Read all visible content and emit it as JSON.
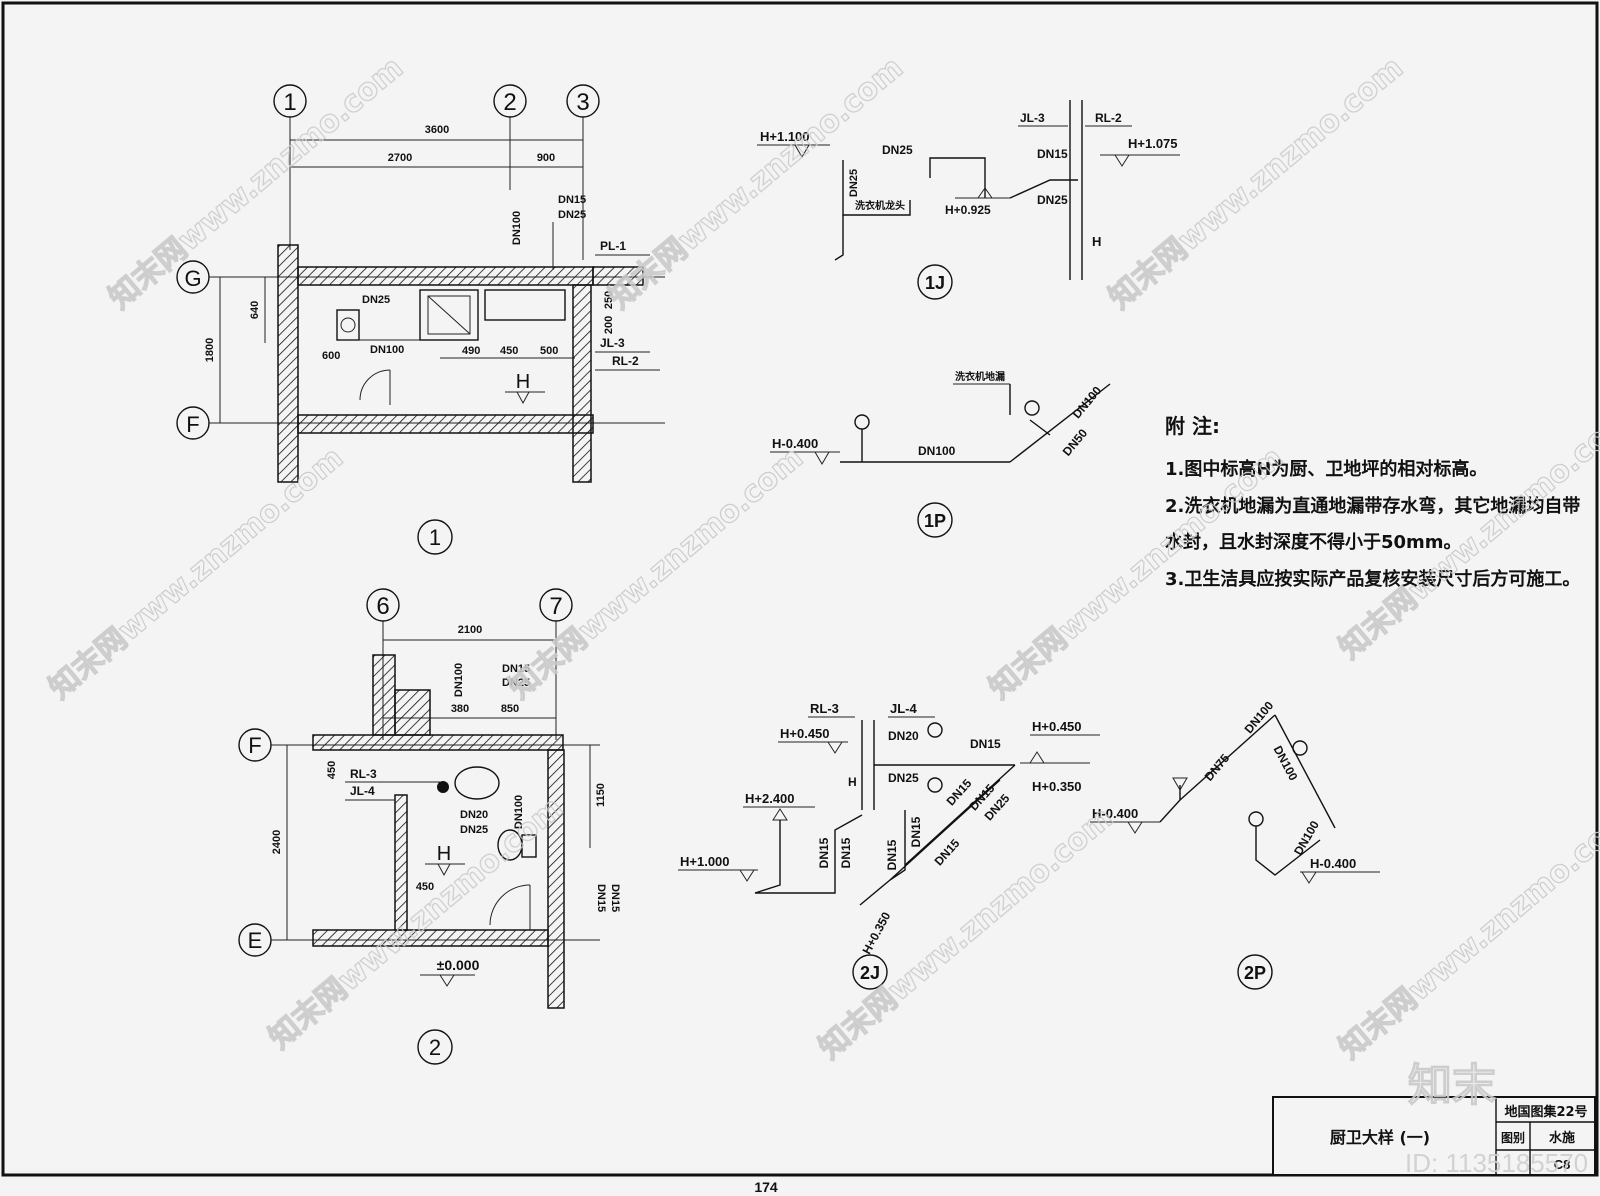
{
  "axes_plan1": {
    "a1": "1",
    "a2": "2",
    "a3": "3",
    "aG": "G",
    "aF": "F"
  },
  "axes_plan2": {
    "a6": "6",
    "a7": "7",
    "aF": "F",
    "aE": "E"
  },
  "plan1_dims": {
    "d3600": "3600",
    "d2700": "2700",
    "d900": "900",
    "d1800": "1800",
    "d640": "640",
    "d600": "600",
    "d490": "490",
    "d450": "450",
    "d500": "500",
    "d250": "250",
    "d200": "200"
  },
  "plan1_labels": {
    "dn100": "DN100",
    "dn15": "DN15",
    "dn25": "DN25",
    "dn25b": "DN25",
    "dn100b": "DN100",
    "pl1": "PL-1",
    "jl3": "JL-3",
    "rl2": "RL-2",
    "h": "H"
  },
  "plan1_title": "1",
  "plan2_dims": {
    "d2100": "2100",
    "d380": "380",
    "d850": "850",
    "d450": "450",
    "d1150": "1150",
    "d2400": "2400",
    "d450b": "450"
  },
  "plan2_labels": {
    "dn100": "DN100",
    "dn15": "DN15",
    "dn25": "DN25",
    "rl3": "RL-3",
    "jl4": "JL-4",
    "dn20": "DN20",
    "dn25b": "DN25",
    "dn100b": "DN100",
    "dn15b": "DN15",
    "dn15c": "DN15",
    "h": "H",
    "zero": "±0.000"
  },
  "plan2_title": "2",
  "iso_1j": {
    "h1100": "H+1.100",
    "dn25a": "DN25",
    "dn25b": "DN25",
    "washer": "洗衣机龙头",
    "h0925": "H+0.925",
    "jl3": "JL-3",
    "rl2": "RL-2",
    "dn15": "DN15",
    "h1075": "H+1.075",
    "dn25c": "DN25",
    "h": "H",
    "title": "1J"
  },
  "iso_1p": {
    "drain": "洗衣机地漏",
    "h0400": "H-0.400",
    "dn100": "DN100",
    "dn100b": "DN100",
    "dn50": "DN50",
    "title": "1P"
  },
  "notes": {
    "heading": "附 注:",
    "n1": "1.图中标高H为厨、卫地坪的相对标高。",
    "n2a": "2.洗衣机地漏为直通地漏带存水弯，其它地漏均自带",
    "n2b": "水封，且水封深度不得小于50mm。",
    "n3": "3.卫生洁具应按实际产品复核安装尺寸后方可施工。"
  },
  "iso_2j": {
    "rl3": "RL-3",
    "jl4": "JL-4",
    "h0450a": "H+0.450",
    "dn20": "DN20",
    "dn15a": "DN15",
    "h0450b": "H+0.450",
    "h": "H",
    "dn25": "DN25",
    "h0350": "H+0.350",
    "h2400": "H+2.400",
    "dn15b": "DN15",
    "dn15c": "DN15",
    "dn15d": "DN15",
    "dn15e": "DN15",
    "dn25b": "DN25",
    "dn15f": "DN15",
    "h1000": "H+1.000",
    "dn15g": "DN15",
    "dn15h": "DN15",
    "h0350b": "H+0.350",
    "title": "2J"
  },
  "iso_2p": {
    "h0400a": "H-0.400",
    "dn75": "DN75",
    "dn100a": "DN100",
    "dn100b": "DN100",
    "dn100c": "DN100",
    "h0400b": "H-0.400",
    "title": "2P"
  },
  "title_block": {
    "atlas": "地国图集22号",
    "name": "厨卫大样 (一)",
    "row1": "图别",
    "row1v": "水施",
    "row2v": "C8"
  },
  "page_number": "174",
  "watermark": {
    "brand": "知末",
    "id": "ID: 1135185570",
    "url": "知末网www.znzmo.com"
  }
}
